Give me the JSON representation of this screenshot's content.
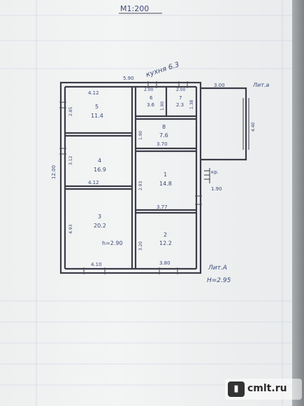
{
  "scale_label": "М1:200",
  "outbuilding_label": "Лит.а",
  "main_label": "Лит.А",
  "height_label": "Н=2.95",
  "handwritten_note": "кухня 6.3",
  "porch_label": "кр.",
  "ceiling_height": "h=2.90",
  "rooms": [
    {
      "num": "5",
      "area": "11.4"
    },
    {
      "num": "6",
      "area": "3.6"
    },
    {
      "num": "7",
      "area": "2.3"
    },
    {
      "num": "8",
      "area": "7.6"
    },
    {
      "num": "4",
      "area": "16.9"
    },
    {
      "num": "1",
      "area": "14.8"
    },
    {
      "num": "3",
      "area": "20.2"
    },
    {
      "num": "2",
      "area": "12.2"
    }
  ],
  "dims": {
    "top_total": "5.90",
    "r5_w": "4.12",
    "r6_w": "2.00",
    "r7_w": "2.00",
    "r5_h": "2.85",
    "r6_h": "1.90",
    "r7_h": "1.38",
    "r8_h": "1.90",
    "r8_w": "3.70",
    "r4_h": "3.12",
    "left_total": "12.00",
    "r4_bottom": "4.12",
    "r1_h": "2.93",
    "r1_bottom": "3.77",
    "r3_h": "4.93",
    "r2_h": "3.20",
    "r3_bottom": "4.10",
    "r2_bottom": "3.80",
    "ext_w": "3.00",
    "ext_h": "4.40",
    "porch_w": "1.90"
  },
  "watermark": {
    "badge": "▮",
    "text": "cmlt.ru"
  }
}
